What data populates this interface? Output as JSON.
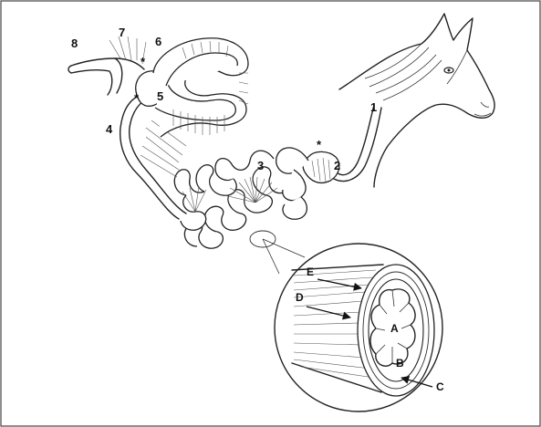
{
  "figure": {
    "labels": {
      "esophagus": "1",
      "stomach": "2",
      "small_intestine": "3",
      "ileum": "4",
      "cecum": "5",
      "large_colon": "6",
      "small_colon": "7",
      "rectum": "8"
    },
    "cross_section_labels": {
      "lumen": "A",
      "mucosa": "B",
      "serosa": "C",
      "circular_muscle": "D",
      "longitudinal_muscle": "E"
    },
    "asterisk": "*"
  }
}
